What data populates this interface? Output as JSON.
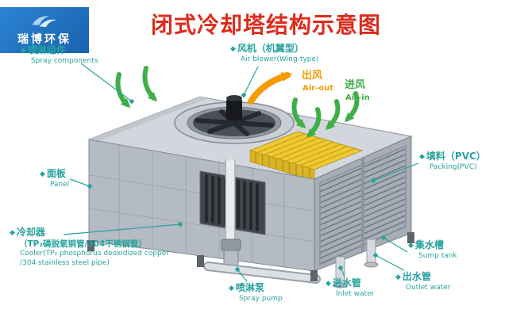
{
  "meta": {
    "bullet": "◆"
  },
  "title": "闭式冷却塔结构示意图",
  "logo": {
    "name": "瑞博环保"
  },
  "labels": {
    "spray_components": {
      "zh": "喷淋组件",
      "en": "Spray components"
    },
    "air_blower": {
      "zh": "风机（机翼型）",
      "en": "Air blower(Wing-type)"
    },
    "air_out": {
      "zh": "出风",
      "en": "Air-out"
    },
    "air_in": {
      "zh": "进风",
      "en": "Air-in"
    },
    "panel": {
      "zh": "面板",
      "en": "Panel"
    },
    "packing": {
      "zh": "填料（PVC）",
      "en": "Packing(PVC)"
    },
    "cooler": {
      "zh": "冷却器",
      "zh_detail": "（TP₂磷脱氧铜管/304不锈钢管）",
      "en_line1": "Cooler(TP₂ phosphorus deoxidized copper",
      "en_line2": "/304 stainless steel pipe)"
    },
    "sump_tank": {
      "zh": "集水槽",
      "en": "Sump tank"
    },
    "spray_pump": {
      "zh": "喷淋泵",
      "en": "Spray pump"
    },
    "inlet_water": {
      "zh": "进水管",
      "en": "Inlet water"
    },
    "outlet_water": {
      "zh": "出水管",
      "en": "Outlet water"
    }
  },
  "colors": {
    "title_red": "#dd2b1c",
    "label_teal": "#27a39e",
    "air_out_orange": "#f59b00",
    "air_in_green": "#3fae49",
    "packing_yellow": "#eec931",
    "logo_blue": "#1f6fbe"
  }
}
